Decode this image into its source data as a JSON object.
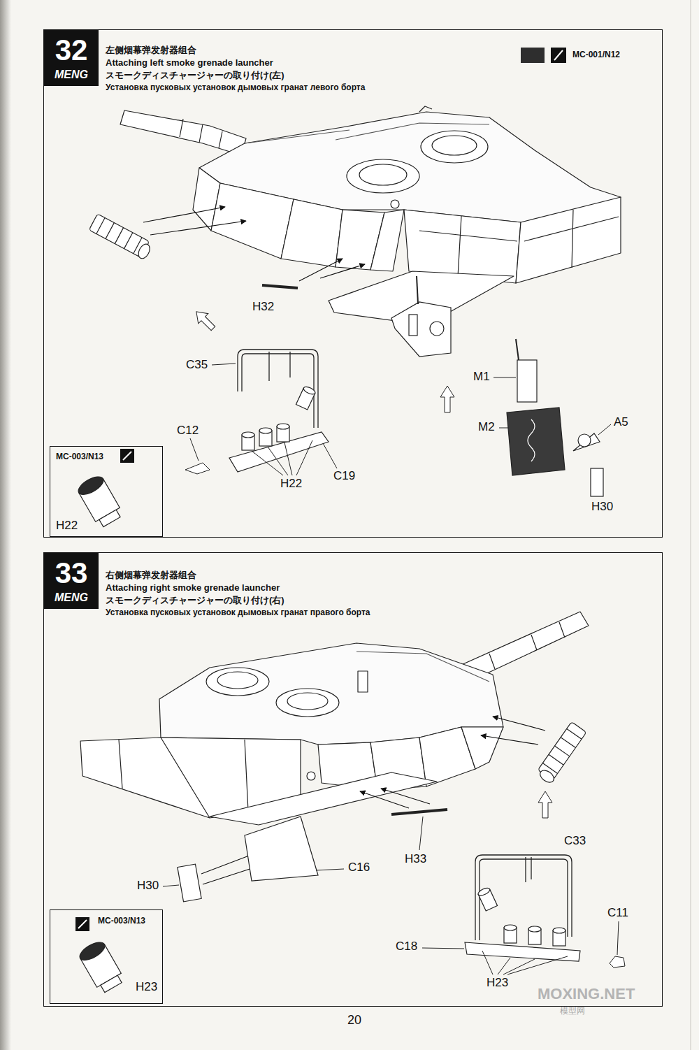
{
  "diagram": {
    "nodes": [
      {
        "text": [
          "左侧烟幕弹发射器组合",
          "Attaching left smoke grenade launcher",
          "スモークディスチャージャーの取り付け(左)",
          "Установка пусковых установок дымовых гранат левого борта"
        ]
      },
      {
        "text": [
          "32",
          "MENG"
        ],
        "in": 0
      },
      {
        "text": [
          "MC-003/N13",
          "H22"
        ],
        "in": 0
      },
      {
        "text": [
          "右侧烟幕弹发射器组合",
          "Attaching right smoke grenade launcher",
          "スモークディスチャージャーの取り付け(右)",
          "Установка пусковых установок дымовых гранат правого борта"
        ]
      },
      {
        "text": [
          "33",
          "MENG"
        ],
        "in": 3
      },
      {
        "text": [
          "MC-003/N13",
          "H23"
        ],
        "in": 3
      }
    ],
    "labels": [
      "MC-001/N12",
      "H32",
      "C35",
      "C12",
      "H22",
      "C19",
      "M1",
      "M2",
      "A5",
      "H30",
      "C16",
      "H30",
      "H33",
      "C33",
      "C11",
      "C18",
      "H23",
      "20",
      "MOXING.NET",
      "模型网"
    ]
  }
}
